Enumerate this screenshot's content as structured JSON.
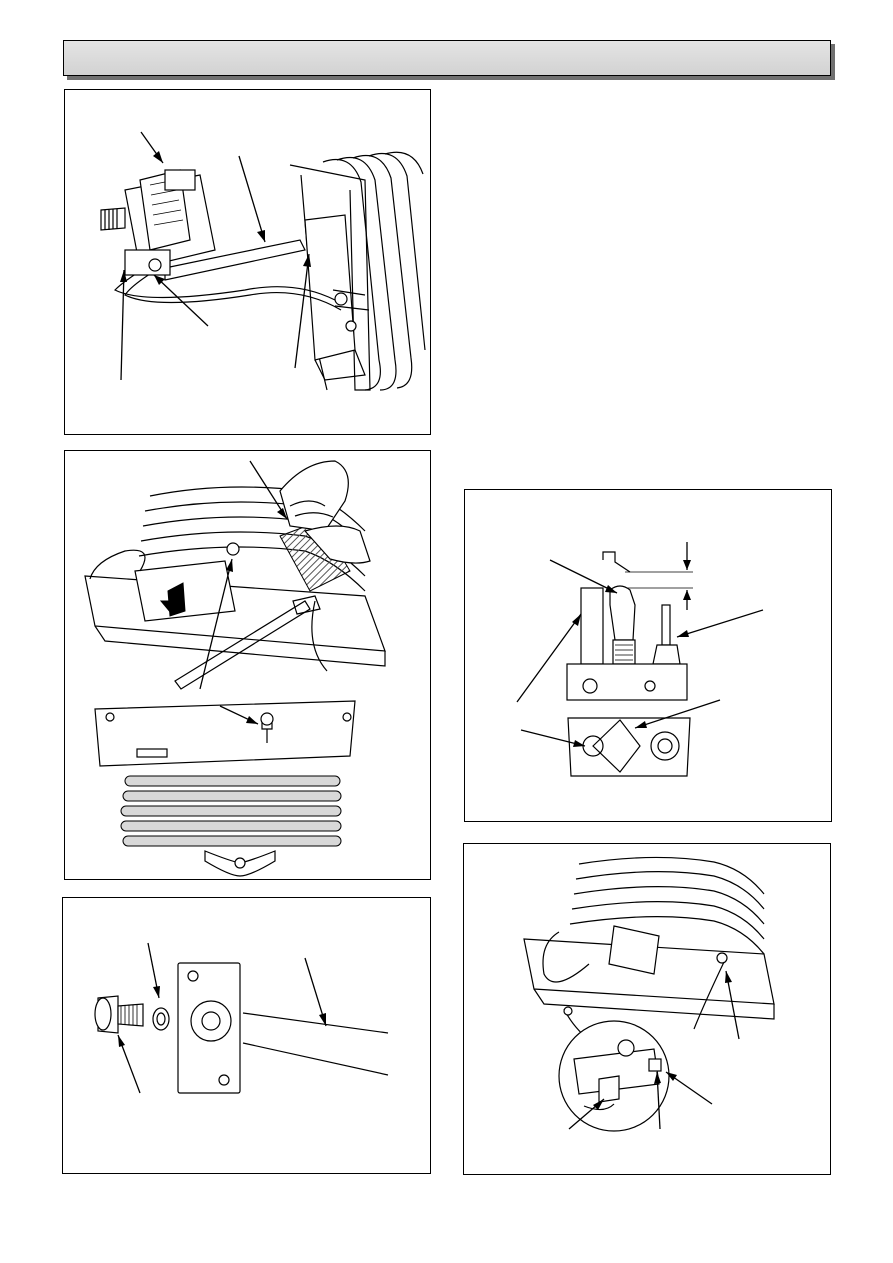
{
  "page": {
    "header_title": ""
  },
  "figures": [
    {
      "id": "fig-gas-valve-assembly",
      "icon": "gas-valve-burner-illustration"
    },
    {
      "id": "fig-burner-removal",
      "icon": "burner-removal-illustration"
    },
    {
      "id": "fig-injector-washer",
      "icon": "injector-washer-illustration"
    },
    {
      "id": "fig-pilot-assembly",
      "icon": "pilot-electrode-illustration"
    },
    {
      "id": "fig-pilot-connections",
      "icon": "pilot-connections-illustration"
    }
  ],
  "colors": {
    "line": "#000000",
    "header_fill": "#d9d9d9",
    "header_shadow": "#707070",
    "hatch": "#555555"
  }
}
